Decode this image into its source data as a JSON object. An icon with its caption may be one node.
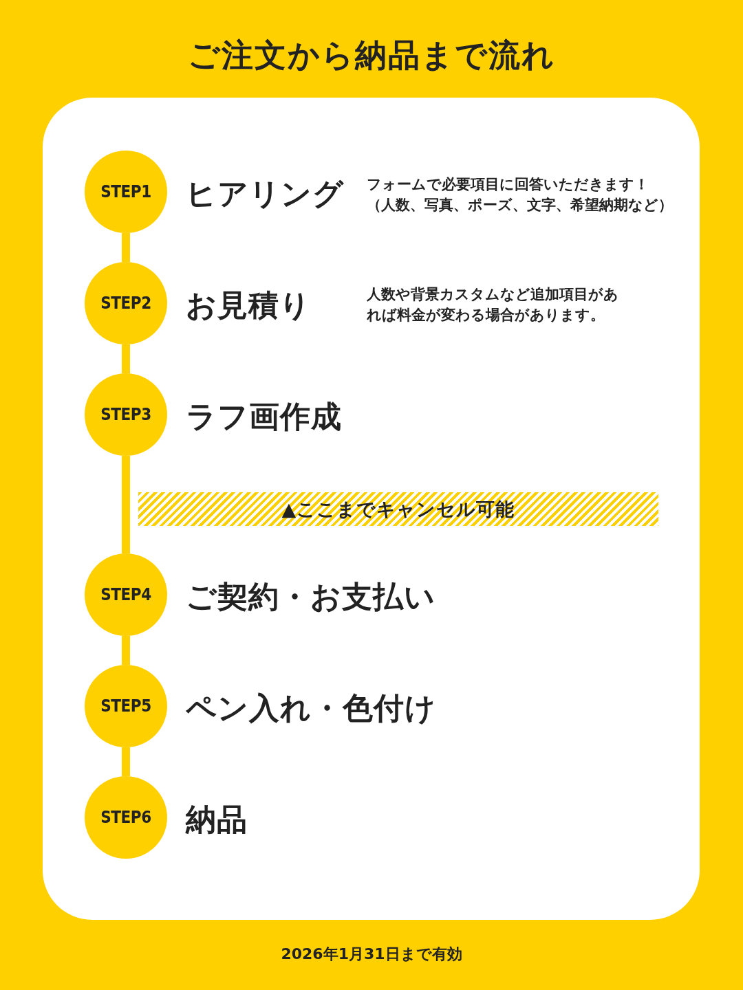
{
  "diagram": {
    "title": "ご注文から納品まで流れ",
    "nodes": [
      {
        "text": [
          "STEP1"
        ],
        "beside": [
          "ヒアリング",
          "フォームで必要項目に回答いただきます！",
          "（人数、写真、ポーズ、文字、希望納期など）"
        ]
      },
      {
        "text": [
          "STEP2"
        ],
        "beside": [
          "お見積り"
        ]
      },
      {
        "text": [
          "STEP3"
        ],
        "beside": [
          "ラフ画作成"
        ]
      },
      {
        "text": [
          "▲ここまでキャンセル可能"
        ]
      },
      {
        "text": [
          "STEP4"
        ],
        "beside": [
          "ご契約・お支払い"
        ]
      },
      {
        "text": [
          "STEP5"
        ],
        "beside": [
          "ペン入れ・色付け"
        ]
      },
      {
        "text": [
          "STEP6"
        ],
        "beside": [
          "納品"
        ]
      }
    ],
    "edges": [
      {
        "from": 0,
        "to": 1,
        "arrow": "none"
      },
      {
        "from": 1,
        "to": 2,
        "arrow": "none"
      },
      {
        "from": 2,
        "to": 4,
        "arrow": "none"
      },
      {
        "from": 4,
        "to": 5,
        "arrow": "none"
      },
      {
        "from": 5,
        "to": 6,
        "arrow": "none"
      }
    ],
    "labels": [
      "人数や背景カスタムなど追加項目があれば料金が変わる場合があります。",
      "2026年1月31日まで有効"
    ]
  }
}
